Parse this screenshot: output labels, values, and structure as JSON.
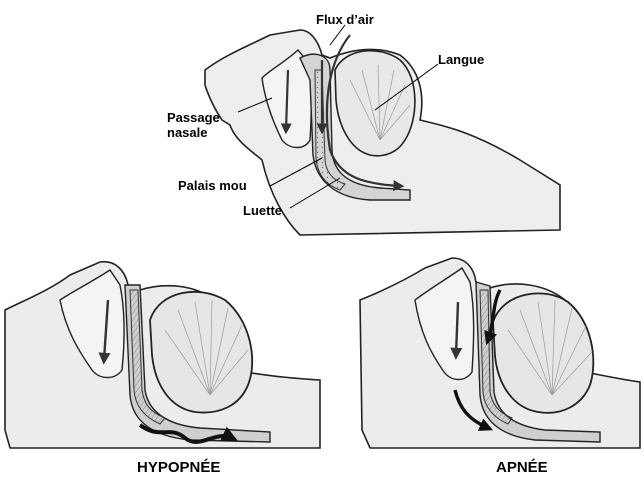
{
  "labels": {
    "airflow": "Flux d’air",
    "tongue": "Langue",
    "nasal_passage": "Passage\nnasale",
    "soft_palate": "Palais mou",
    "uvula": "Luette"
  },
  "captions": {
    "hypopnea": "HYPOPNÉE",
    "apnea": "APNÉE"
  },
  "colors": {
    "ink": "#1a1a1a",
    "skin": "#eeeeee",
    "airway": "#cfcfcf",
    "tongue_fill": "#e6e6e6",
    "airflow_arrow": "#444444"
  }
}
